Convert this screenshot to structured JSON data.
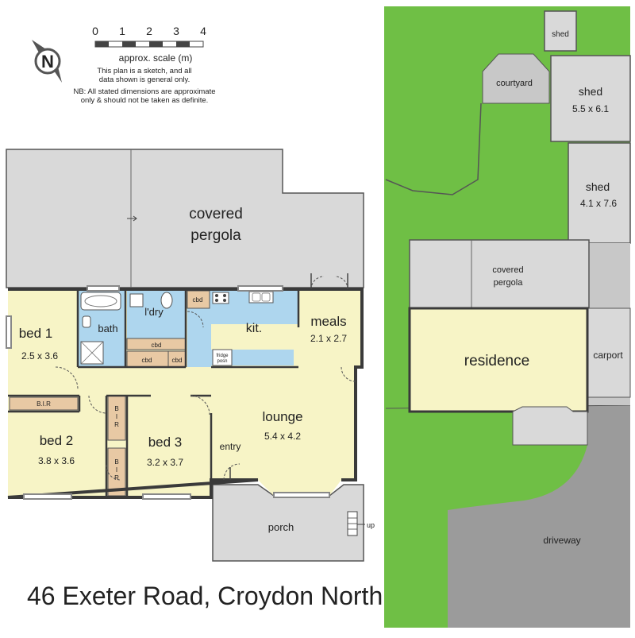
{
  "title": "46 Exeter Road, Croydon North",
  "compass_label": "N",
  "scale": {
    "ticks": [
      "0",
      "1",
      "2",
      "3",
      "4"
    ],
    "label": "approx. scale (m)",
    "note_lines": [
      "This plan is a sketch, and all",
      "data shown is general only."
    ],
    "disclaimer_lines": [
      "NB: All stated dimensions are approximate",
      "only & should not be taken as definite."
    ]
  },
  "floor_plan": {
    "covered_pergola": [
      "covered",
      "pergola"
    ],
    "bed1": {
      "name": "bed 1",
      "dims": "2.5 x 3.6"
    },
    "bed2": {
      "name": "bed 2",
      "dims": "3.8 x 3.6"
    },
    "bed3": {
      "name": "bed 3",
      "dims": "3.2 x 3.7"
    },
    "bath": "bath",
    "laundry": "l'dry",
    "kitchen": "kit.",
    "meals": {
      "name": "meals",
      "dims": "2.1 x 2.7"
    },
    "lounge": {
      "name": "lounge",
      "dims": "5.4 x 4.2"
    },
    "entry": "entry",
    "porch": "porch",
    "up": "up",
    "cbd": "cbd",
    "bir": "B.I.R",
    "bir_vertical": "B\nI\nR",
    "fridge": [
      "fridge",
      "posn"
    ]
  },
  "site_plan": {
    "shed_small": "shed",
    "courtyard": "courtyard",
    "shed1": {
      "name": "shed",
      "dims": "5.5 x 6.1"
    },
    "shed2": {
      "name": "shed",
      "dims": "4.1 x 7.6"
    },
    "covered_pergola": [
      "covered",
      "pergola"
    ],
    "residence": "residence",
    "carport": "carport",
    "driveway": "driveway"
  },
  "colors": {
    "bedroom": "#f7f4c6",
    "wet_area": "#aed6ee",
    "cupboard": "#e8c9a4",
    "outdoor": "#d9d9d9",
    "lawn": "#6fbf45",
    "driveway": "#9b9b9b",
    "wall": "#3a3a3a"
  }
}
